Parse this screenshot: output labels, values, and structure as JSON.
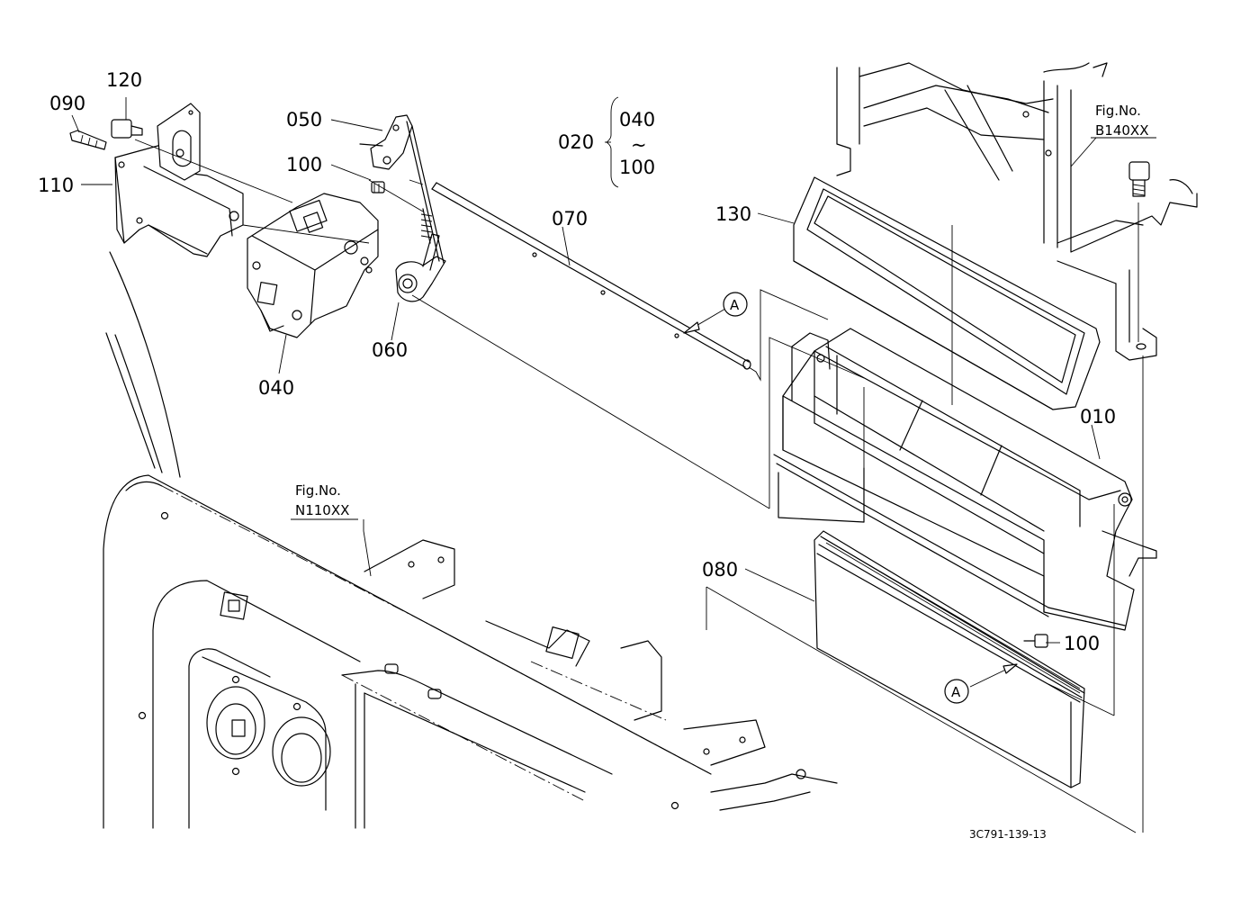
{
  "diagram": {
    "drawing_id": "3C791-139-13",
    "labels": {
      "p010": "010",
      "p020": "020",
      "p040": "040",
      "p050": "050",
      "p060": "060",
      "p070": "070",
      "p080": "080",
      "p090": "090",
      "p100": "100",
      "p110": "110",
      "p120": "120",
      "p130": "130",
      "range_from": "040",
      "range_sep": "~",
      "range_to": "100"
    },
    "references": {
      "ref_a": "A",
      "fig_b_title": "Fig.No.",
      "fig_b_code": "B140XX",
      "fig_n_title": "Fig.No.",
      "fig_n_code": "N110XX"
    }
  }
}
